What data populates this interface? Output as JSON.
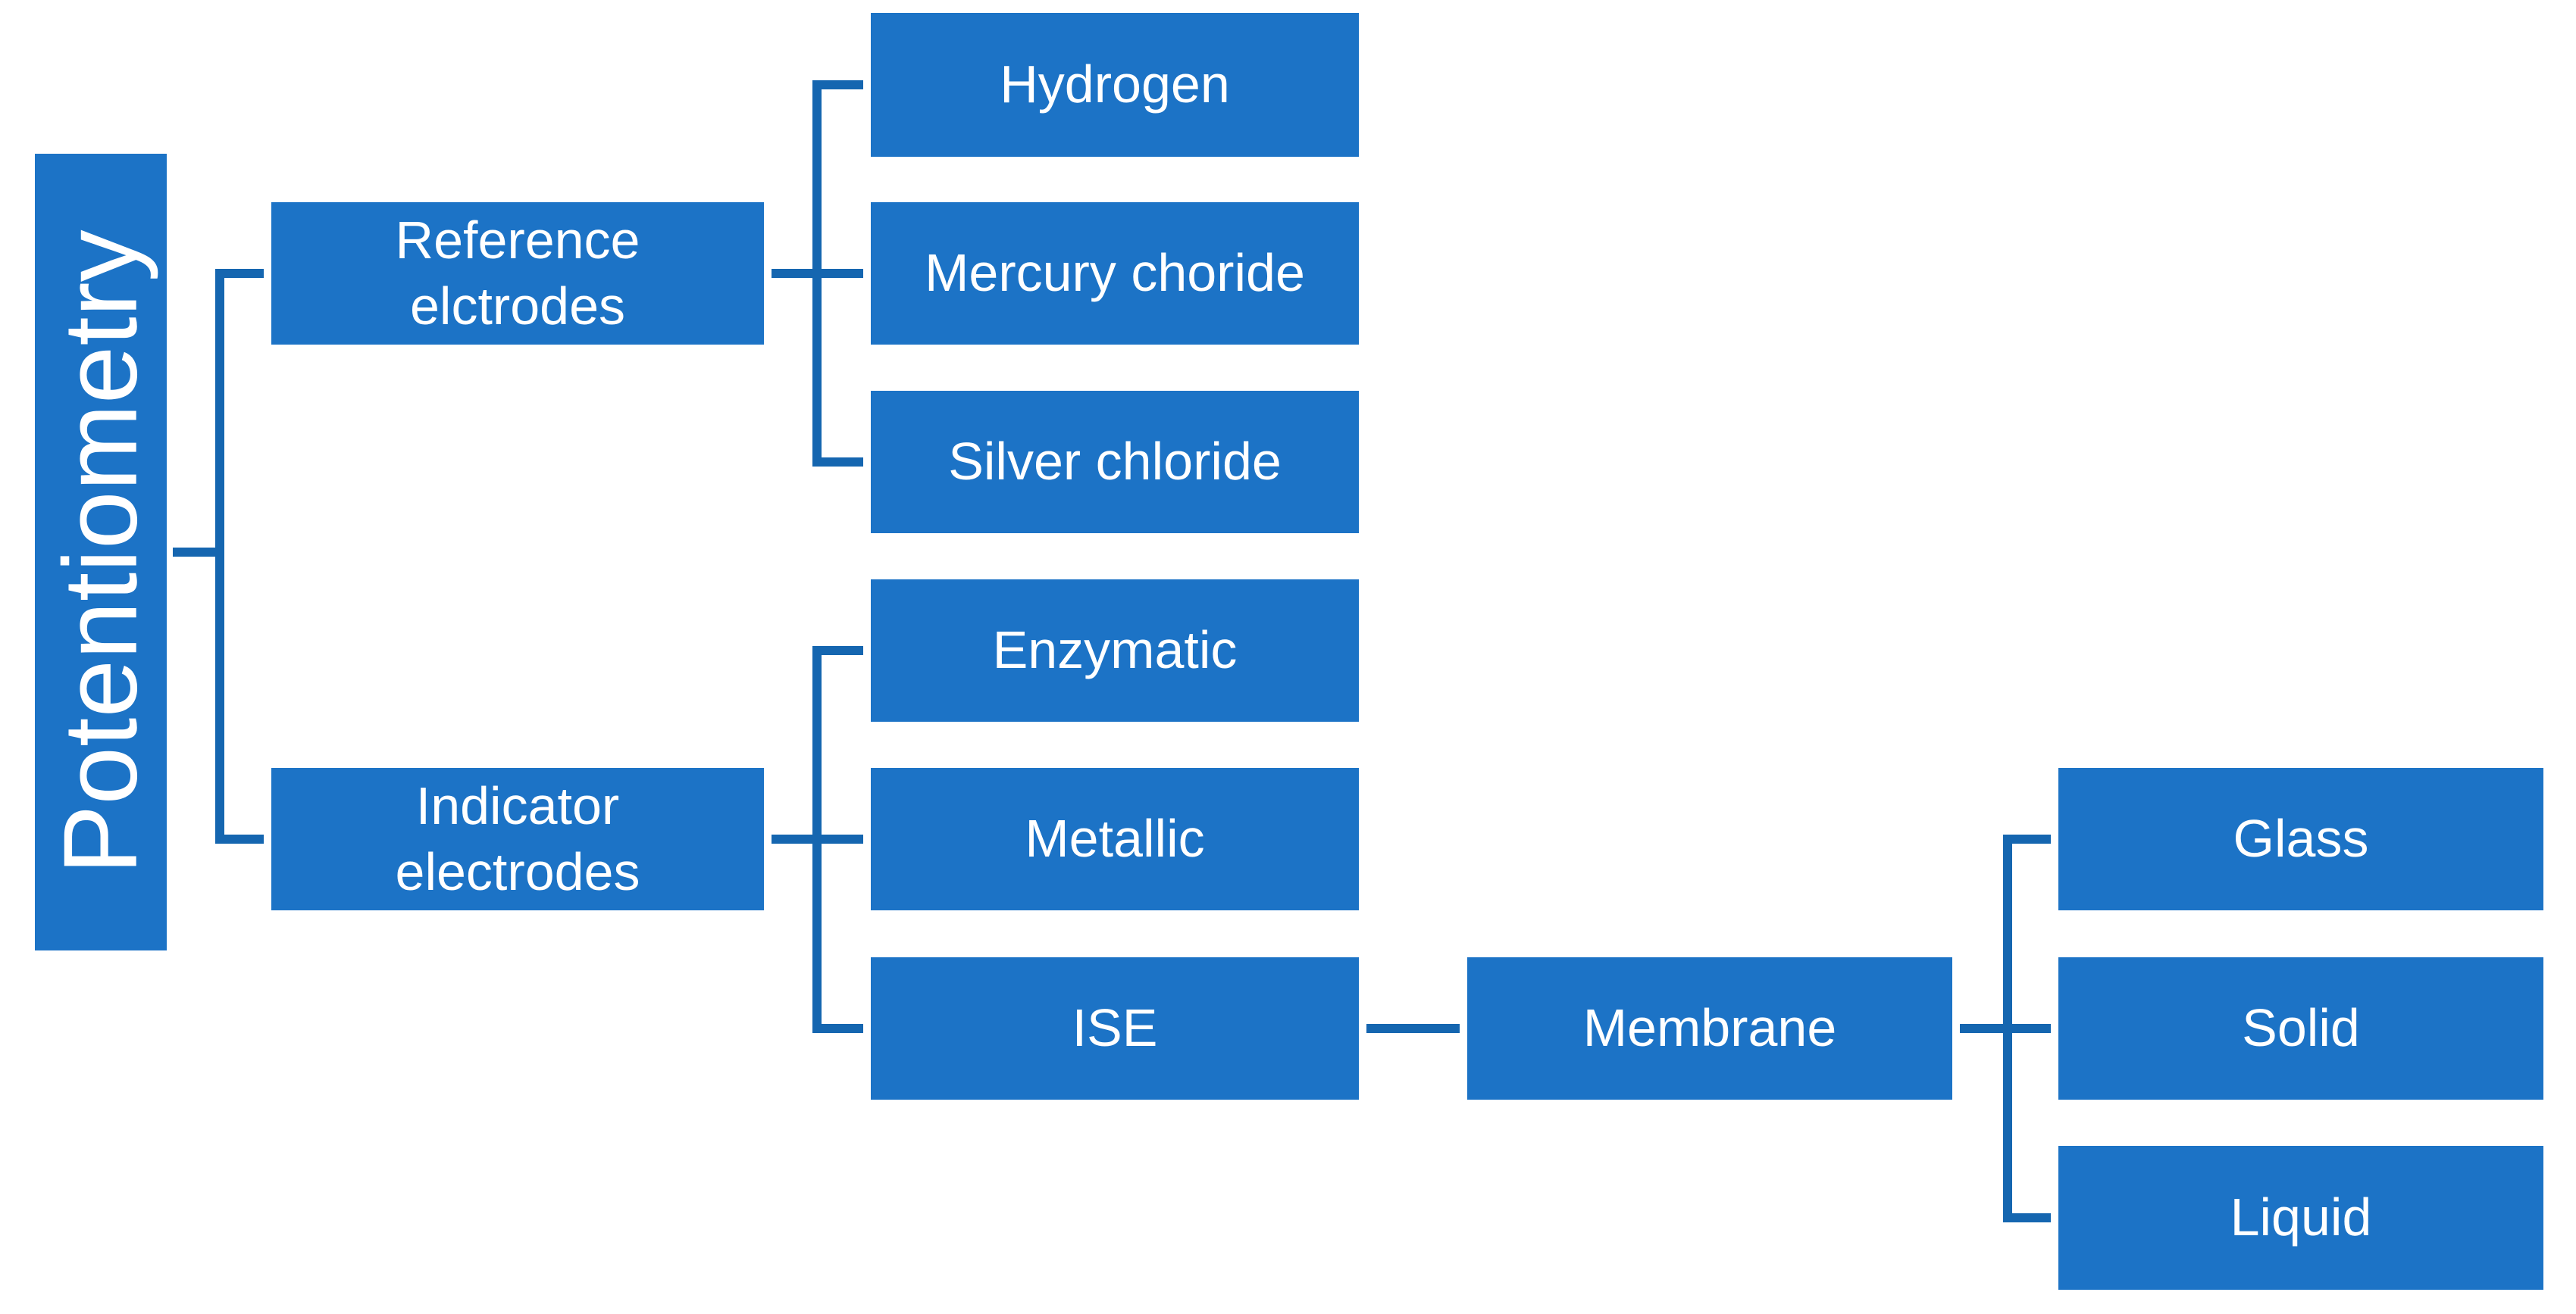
{
  "diagram": {
    "background": "#ffffff",
    "colors": {
      "node_fill": "#1c73c6",
      "connector": "#1566b0",
      "node_text": "#ffffff"
    },
    "nodes": {
      "root": "Potentiometry",
      "reference": "Reference\nelctrodes",
      "hydrogen": "Hydrogen",
      "mercury": "Mercury choride",
      "silver": "Silver chloride",
      "indicator": "Indicator\nelectrodes",
      "enzymatic": "Enzymatic",
      "metallic": "Metallic",
      "ise": "ISE",
      "membrane": "Membrane",
      "glass": "Glass",
      "solid": "Solid",
      "liquid": "Liquid"
    },
    "hierarchy": {
      "Potentiometry": {
        "Reference elctrodes": [
          "Hydrogen",
          "Mercury choride",
          "Silver chloride"
        ],
        "Indicator electrodes": {
          "Enzymatic": [],
          "Metallic": [],
          "ISE": {
            "Membrane": [
              "Glass",
              "Solid",
              "Liquid"
            ]
          }
        }
      }
    }
  }
}
